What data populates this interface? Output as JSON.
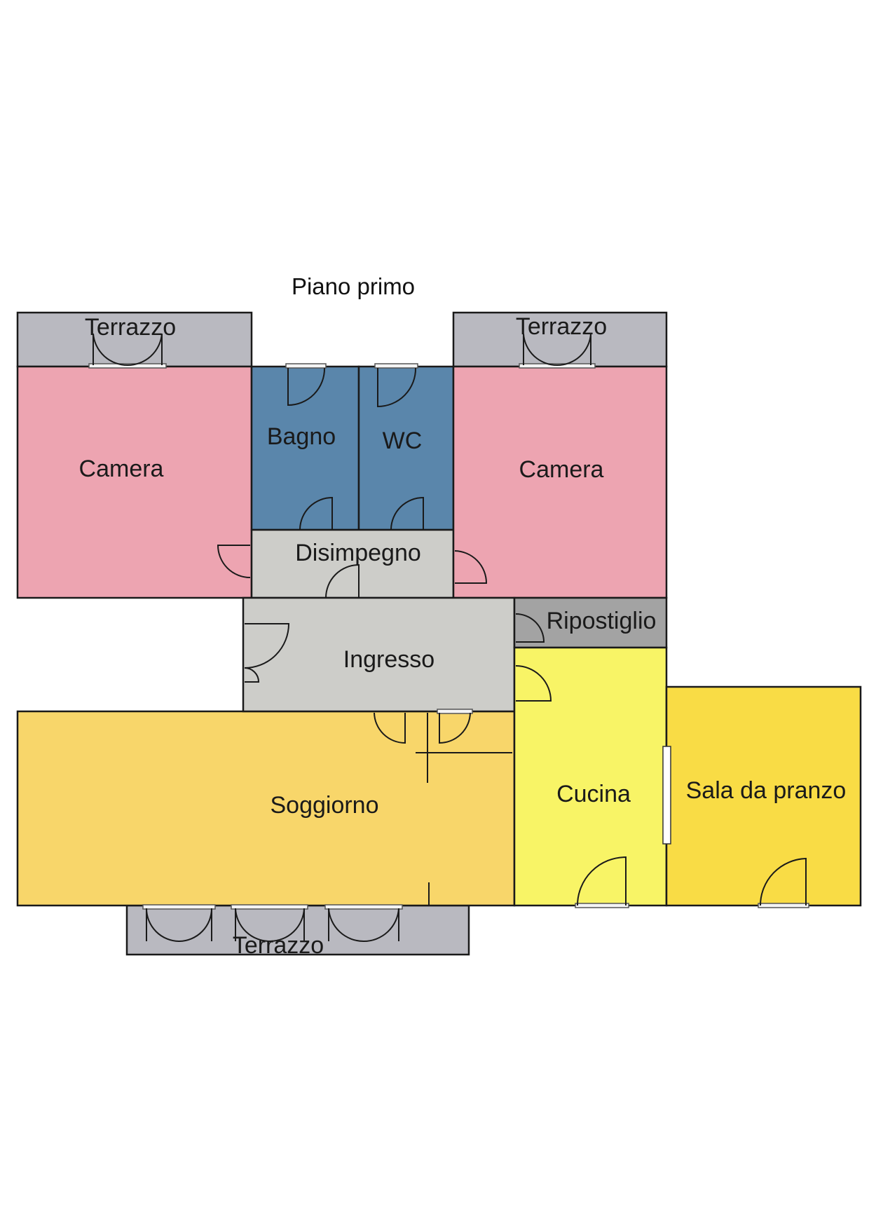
{
  "title": "Piano primo",
  "rooms": {
    "terrazzo_top_left": {
      "label": "Terrazzo",
      "color": "#b9b9c0"
    },
    "terrazzo_top_right": {
      "label": "Terrazzo",
      "color": "#b9b9c0"
    },
    "camera_left": {
      "label": "Camera",
      "color": "#eda4b1"
    },
    "camera_right": {
      "label": "Camera",
      "color": "#eda4b1"
    },
    "bagno": {
      "label": "Bagno",
      "color": "#5a86ab"
    },
    "wc": {
      "label": "WC",
      "color": "#5a86ab"
    },
    "disimpegno": {
      "label": "Disimpegno",
      "color": "#cdcdc9"
    },
    "ingresso": {
      "label": "Ingresso",
      "color": "#cdcdc9"
    },
    "ripostiglio": {
      "label": "Ripostiglio",
      "color": "#a3a3a3"
    },
    "soggiorno": {
      "label": "Soggiorno",
      "color": "#f8d66a"
    },
    "cucina": {
      "label": "Cucina",
      "color": "#f8f466"
    },
    "sala_da_pranzo": {
      "label": "Sala da pranzo",
      "color": "#f9dc45"
    },
    "terrazzo_bottom": {
      "label": "Terrazzo",
      "color": "#b9b9c0"
    }
  }
}
